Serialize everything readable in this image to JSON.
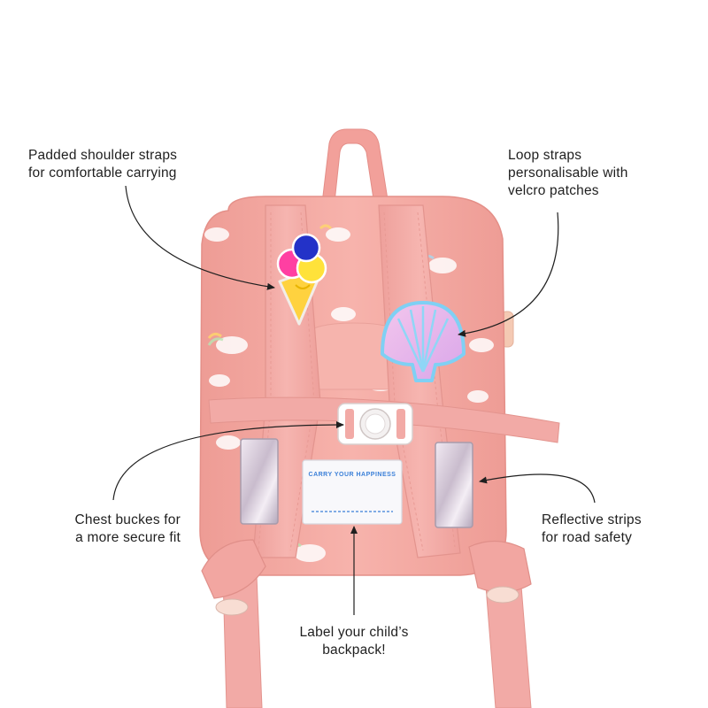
{
  "callouts": {
    "shoulder_straps": [
      "Padded shoulder straps",
      "for comfortable carrying"
    ],
    "loop_straps": [
      "Loop straps",
      "personalisable with",
      "velcro patches"
    ],
    "chest_buckles": [
      "Chest buckes for",
      "a more secure fit"
    ],
    "reflective_strips": [
      "Reflective strips",
      "for road safety"
    ],
    "label": [
      "Label your child’s",
      "backpack!"
    ]
  },
  "backpack_label": {
    "text": "CARRY YOUR HAPPINESS"
  },
  "colors": {
    "bag_pink": "#f4a7a0",
    "strap_pink": "#f2aaa6",
    "text": "#1f1f1f",
    "label_blue": "#3a7fd8"
  },
  "icons": [
    "ice-cream-patch-icon",
    "seashell-patch-icon",
    "unicorn-print-icon"
  ]
}
